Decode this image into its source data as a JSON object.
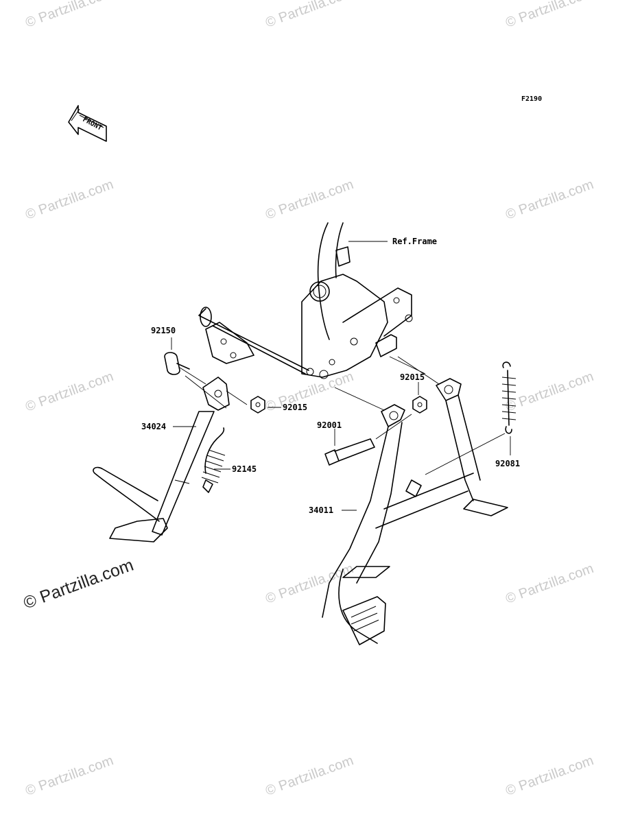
{
  "diagram_code": "F2190",
  "front_marker": "FRONT",
  "reference_label": "Ref.Frame",
  "watermark_text": "© Partzilla.com",
  "corner_watermark_text": "© Partzilla.com",
  "callouts": {
    "p92150": "92150",
    "p34024": "34024",
    "p92015_left": "92015",
    "p92145": "92145",
    "p92015_right": "92015",
    "p92001": "92001",
    "p92081": "92081",
    "p34011": "34011"
  },
  "colors": {
    "line": "#000000",
    "watermark": "#c9c9c9",
    "background": "#ffffff"
  }
}
